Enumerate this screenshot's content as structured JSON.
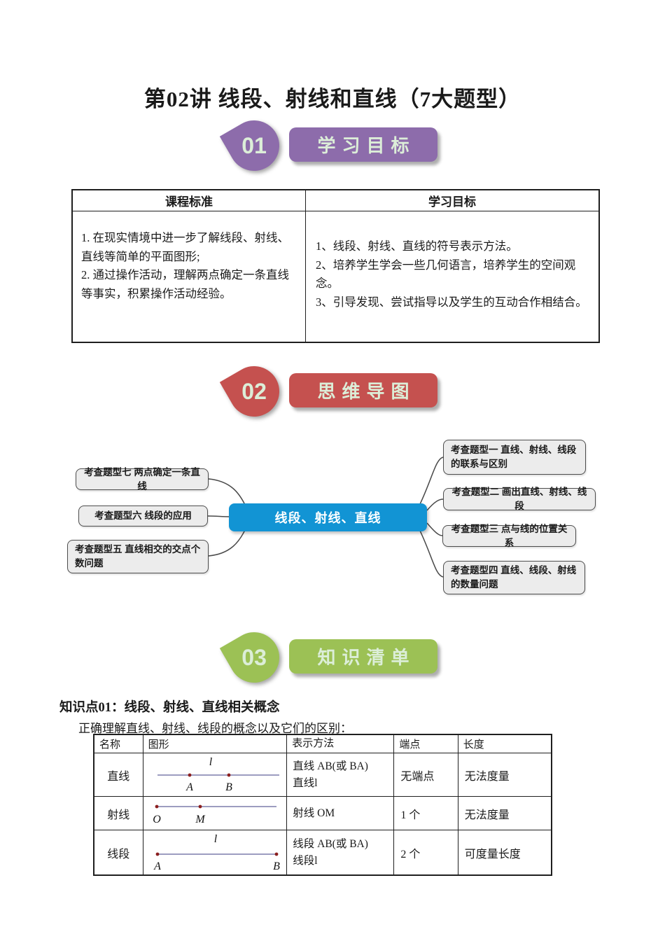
{
  "title": "第02讲 线段、射线和直线（7大题型）",
  "sections": [
    {
      "number": "01",
      "label": "学习目标",
      "color": "#8d6cab"
    },
    {
      "number": "02",
      "label": "思维导图",
      "color": "#c5514f"
    },
    {
      "number": "03",
      "label": "知识清单",
      "color": "#9cc155"
    }
  ],
  "objectives_table": {
    "header_left": "课程标准",
    "header_right": "学习目标",
    "course_standard": "1.  在现实情境中进一步了解线段、射线、直线等简单的平面图形;\n2.  通过操作活动，理解两点确定一条直线等事实，积累操作活动经验。",
    "learning_goals": "1、线段、射线、直线的符号表示方法。\n2、培养学生学会一些几何语言，培养学生的空间观念。\n3、引导发现、尝试指导以及学生的互动合作相结合。"
  },
  "mindmap": {
    "central_label": "线段、射线、直线",
    "central_color": "#1294d4",
    "left_nodes": [
      "考查题型七  两点确定一条直线",
      "考查题型六  线段的应用",
      "考查题型五  直线相交的交点个数问题"
    ],
    "right_nodes": [
      "考查题型一  直线、射线、线段的联系与区别",
      "考查题型二  画出直线、射线、线段",
      "考查题型三  点与线的位置关系",
      "考查题型四  直线、线段、射线的数量问题"
    ]
  },
  "knowledge": {
    "heading": "知识点01：线段、射线、直线相关概念",
    "intro": "正确理解直线、射线、线段的概念以及它们的区别："
  },
  "knowledge_table": {
    "headers": [
      "名称",
      "图形",
      "表示方法",
      "端点",
      "长度"
    ],
    "rows": [
      {
        "name": "直线",
        "method": "直线 AB(或 BA)\n直线l",
        "endpoints": "无端点",
        "length": "无法度量"
      },
      {
        "name": "射线",
        "method": "射线 OM",
        "endpoints": "1 个",
        "length": "无法度量"
      },
      {
        "name": "线段",
        "method": "线段 AB(或 BA)\n线段l",
        "endpoints": "2 个",
        "length": "可度量长度"
      }
    ],
    "figures": {
      "line": {
        "top_label": "l",
        "p1": "A",
        "p2": "B"
      },
      "ray": {
        "p1": "O",
        "p2": "M"
      },
      "segment": {
        "top_label": "l",
        "p1": "A",
        "p2": "B"
      }
    },
    "line_color": "#7d7dab",
    "dot_color": "#8b1f1f"
  }
}
